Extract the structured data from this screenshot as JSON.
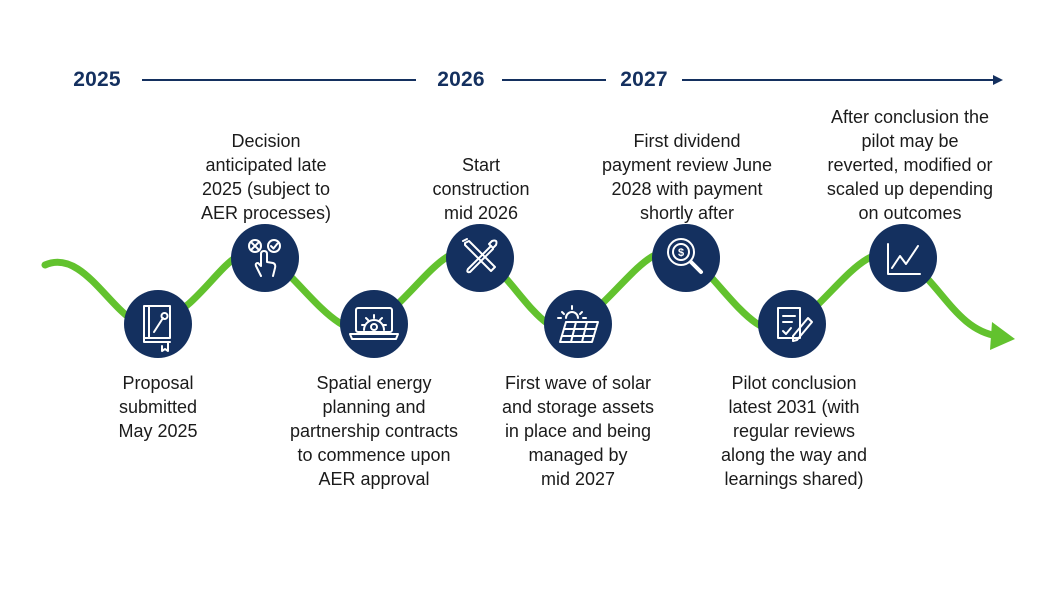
{
  "colors": {
    "navy": "#14305f",
    "green": "#62c22e",
    "text": "#1b1b1b",
    "background": "#ffffff"
  },
  "years": [
    "2025",
    "2026",
    "2027"
  ],
  "milestones": [
    {
      "label": "Proposal\nsubmitted\nMay 2025",
      "icon": "book-wrench-icon"
    },
    {
      "label": "Decision\nanticipated late\n2025 (subject to\nAER processes)",
      "icon": "choice-hand-icon"
    },
    {
      "label": "Spatial energy\nplanning and\npartnership contracts\nto commence upon\nAER approval",
      "icon": "laptop-gear-icon"
    },
    {
      "label": "Start\nconstruction\nmid 2026",
      "icon": "tools-icon"
    },
    {
      "label": "First wave of solar\nand storage assets\nin place and being\nmanaged by\nmid 2027",
      "icon": "solar-panel-icon"
    },
    {
      "label": "First dividend\npayment review June\n2028 with payment\nshortly after",
      "icon": "dollar-magnifier-icon"
    },
    {
      "label": "Pilot conclusion\nlatest 2031 (with\nregular reviews\nalong the way and\nlearnings shared)",
      "icon": "document-pen-icon"
    },
    {
      "label": "After conclusion the\npilot may be\nreverted, modified or\nscaled up depending\non outcomes",
      "icon": "line-graph-icon"
    }
  ]
}
